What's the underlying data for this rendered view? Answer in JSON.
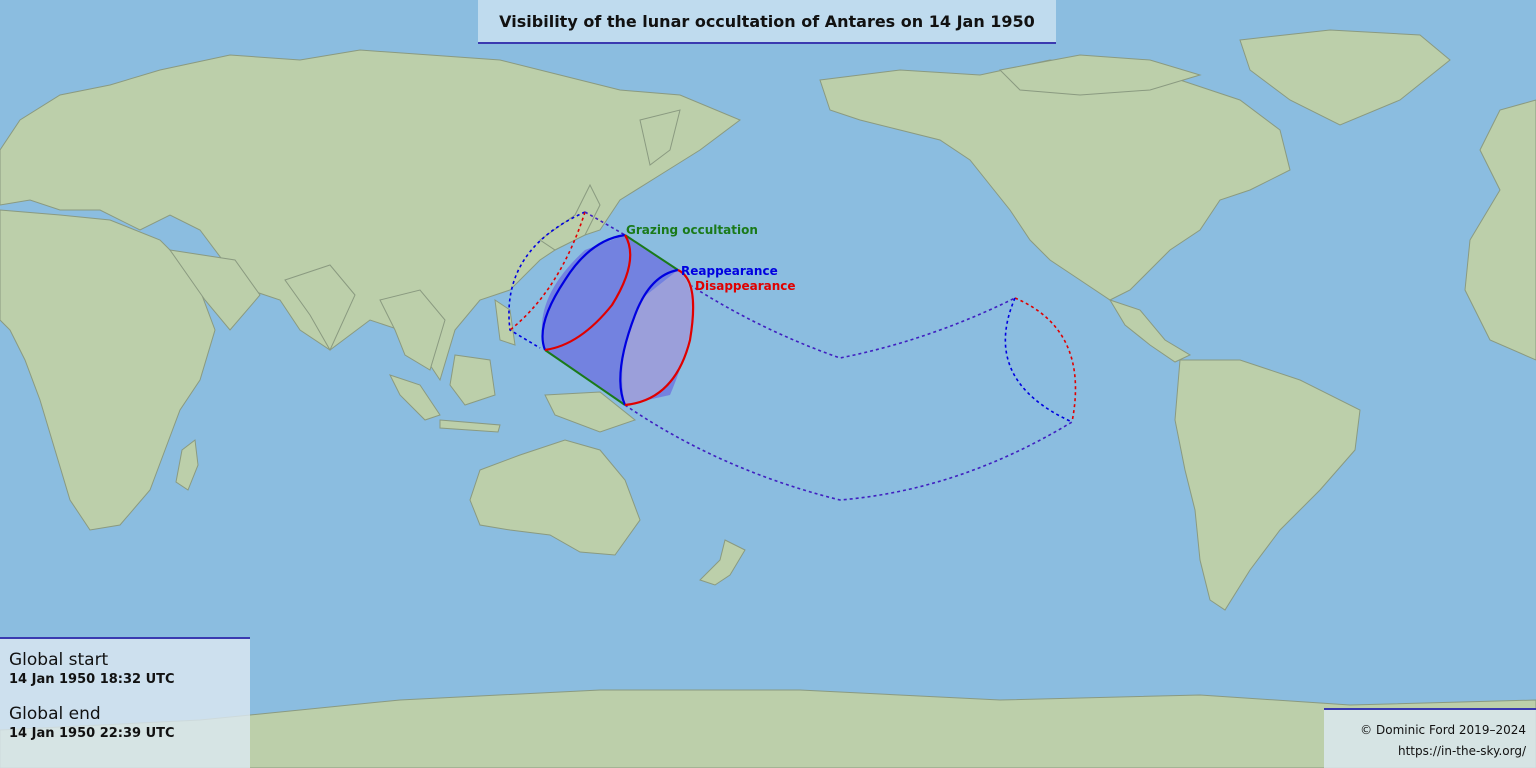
{
  "title": "Visibility of the lunar occultation of Antares on 14 Jan 1950",
  "global_start": {
    "label": "Global start",
    "value": "14 Jan 1950 18:32 UTC"
  },
  "global_end": {
    "label": "Global end",
    "value": "14 Jan 1950 22:39 UTC"
  },
  "credit": {
    "copyright": "© Dominic Ford 2019–2024",
    "url": "https://in-the-sky.org/"
  },
  "map_labels": {
    "grazing": "Grazing occultation",
    "reappearance": "Reappearance",
    "disappearance": "Disappearance"
  },
  "colors": {
    "ocean": "#8bbde0",
    "land": "#bccfaa",
    "coast": "#8a9a80",
    "grazing": "#1a7a1a",
    "reappearance": "#0000e0",
    "disappearance": "#e00000",
    "band_fill": "#6a6ae0"
  },
  "projection": "equirectangular, centered on 150°E"
}
